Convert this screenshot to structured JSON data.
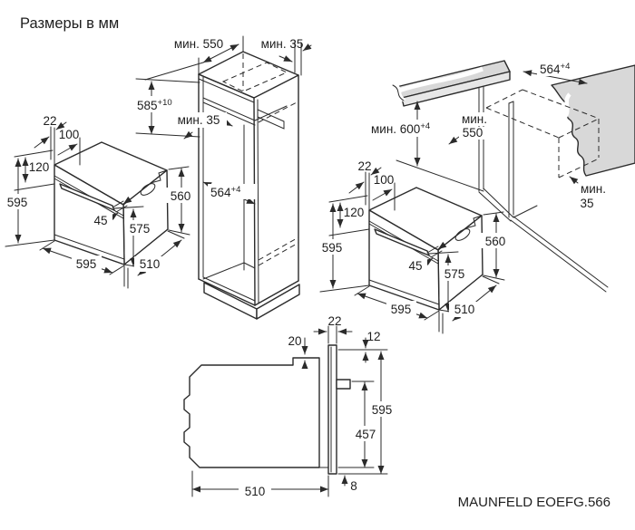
{
  "title": "Размеры в мм",
  "brand": "MAUNFELD EOEFG.566",
  "tall_cabinet": {
    "min_top_depth": "мин. 550",
    "min_back_gap": "мин. 35",
    "niche_height": "585",
    "niche_height_tol": "+10",
    "shelf_min_gap": "мин. 35",
    "niche_width": "564",
    "niche_width_tol": "+4"
  },
  "base_cabinet": {
    "niche_width": "564",
    "niche_width_tol": "+4",
    "min_height": "мин. 600",
    "min_height_tol": "+4",
    "min_depth_line1": "мин.",
    "min_depth_line2": "550",
    "min_back_gap_line1": "мин.",
    "min_back_gap_line2": "35"
  },
  "oven_dims": {
    "door_thickness": "22",
    "control_panel_width": "100",
    "control_panel_height": "120",
    "height": "595",
    "handle_clearance": "45",
    "door_height": "575",
    "body_height": "560",
    "width": "595",
    "body_depth": "510"
  },
  "side_view": {
    "door_thickness": "22",
    "top_clearance": "20",
    "front_clearance": "12",
    "height": "595",
    "rear_height": "457",
    "bottom_gap": "8",
    "depth": "510"
  }
}
